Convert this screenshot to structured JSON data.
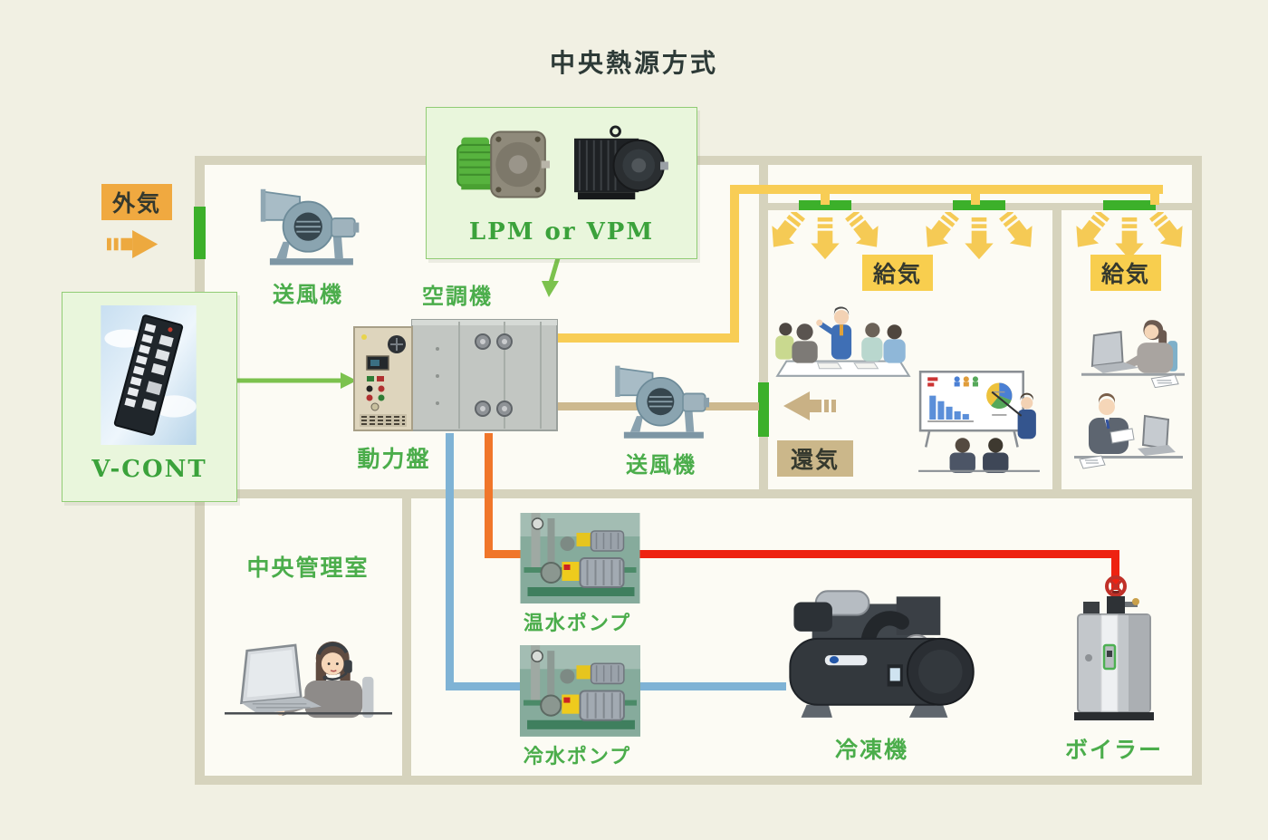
{
  "title": "中央熱源方式",
  "system": {
    "outside_air": "外気",
    "supply_air": "給気",
    "return_air": "還気"
  },
  "machine_room": {
    "supply_fan": "送風機",
    "air_handler": "空調機",
    "power_panel": "動力盤",
    "return_fan": "送風機"
  },
  "control_panels": {
    "vcont": "V-CONT",
    "motor_options": "LPM or VPM"
  },
  "rooms": {
    "control_room": "中央管理室"
  },
  "plant_room": {
    "hot_water_pump": "温水ポンプ",
    "chilled_water_pump": "冷水ポンプ",
    "chiller": "冷凍機",
    "boiler": "ボイラー"
  },
  "colors": {
    "bg": "#f1f0e3",
    "room": "#fcfbf4",
    "wall": "#d6d3bd",
    "green-accent": "#3cb02a",
    "green-text": "#4bad4b",
    "panel-bg": "#e9f6dc",
    "panel-border": "#90cc74",
    "yellow-duct": "#f8cd55",
    "yellow-label": "#f8ce4e",
    "orange-label": "#f0a940",
    "tan-duct": "#cdb98f",
    "tan-label": "#cbb78a",
    "red-pipe": "#ee2211",
    "orange-pipe": "#f0762a",
    "blue-pipe": "#7fb3d5",
    "dark-text": "#35392e",
    "title-text": "#2d3a37",
    "connector-green": "#7cc24e"
  }
}
